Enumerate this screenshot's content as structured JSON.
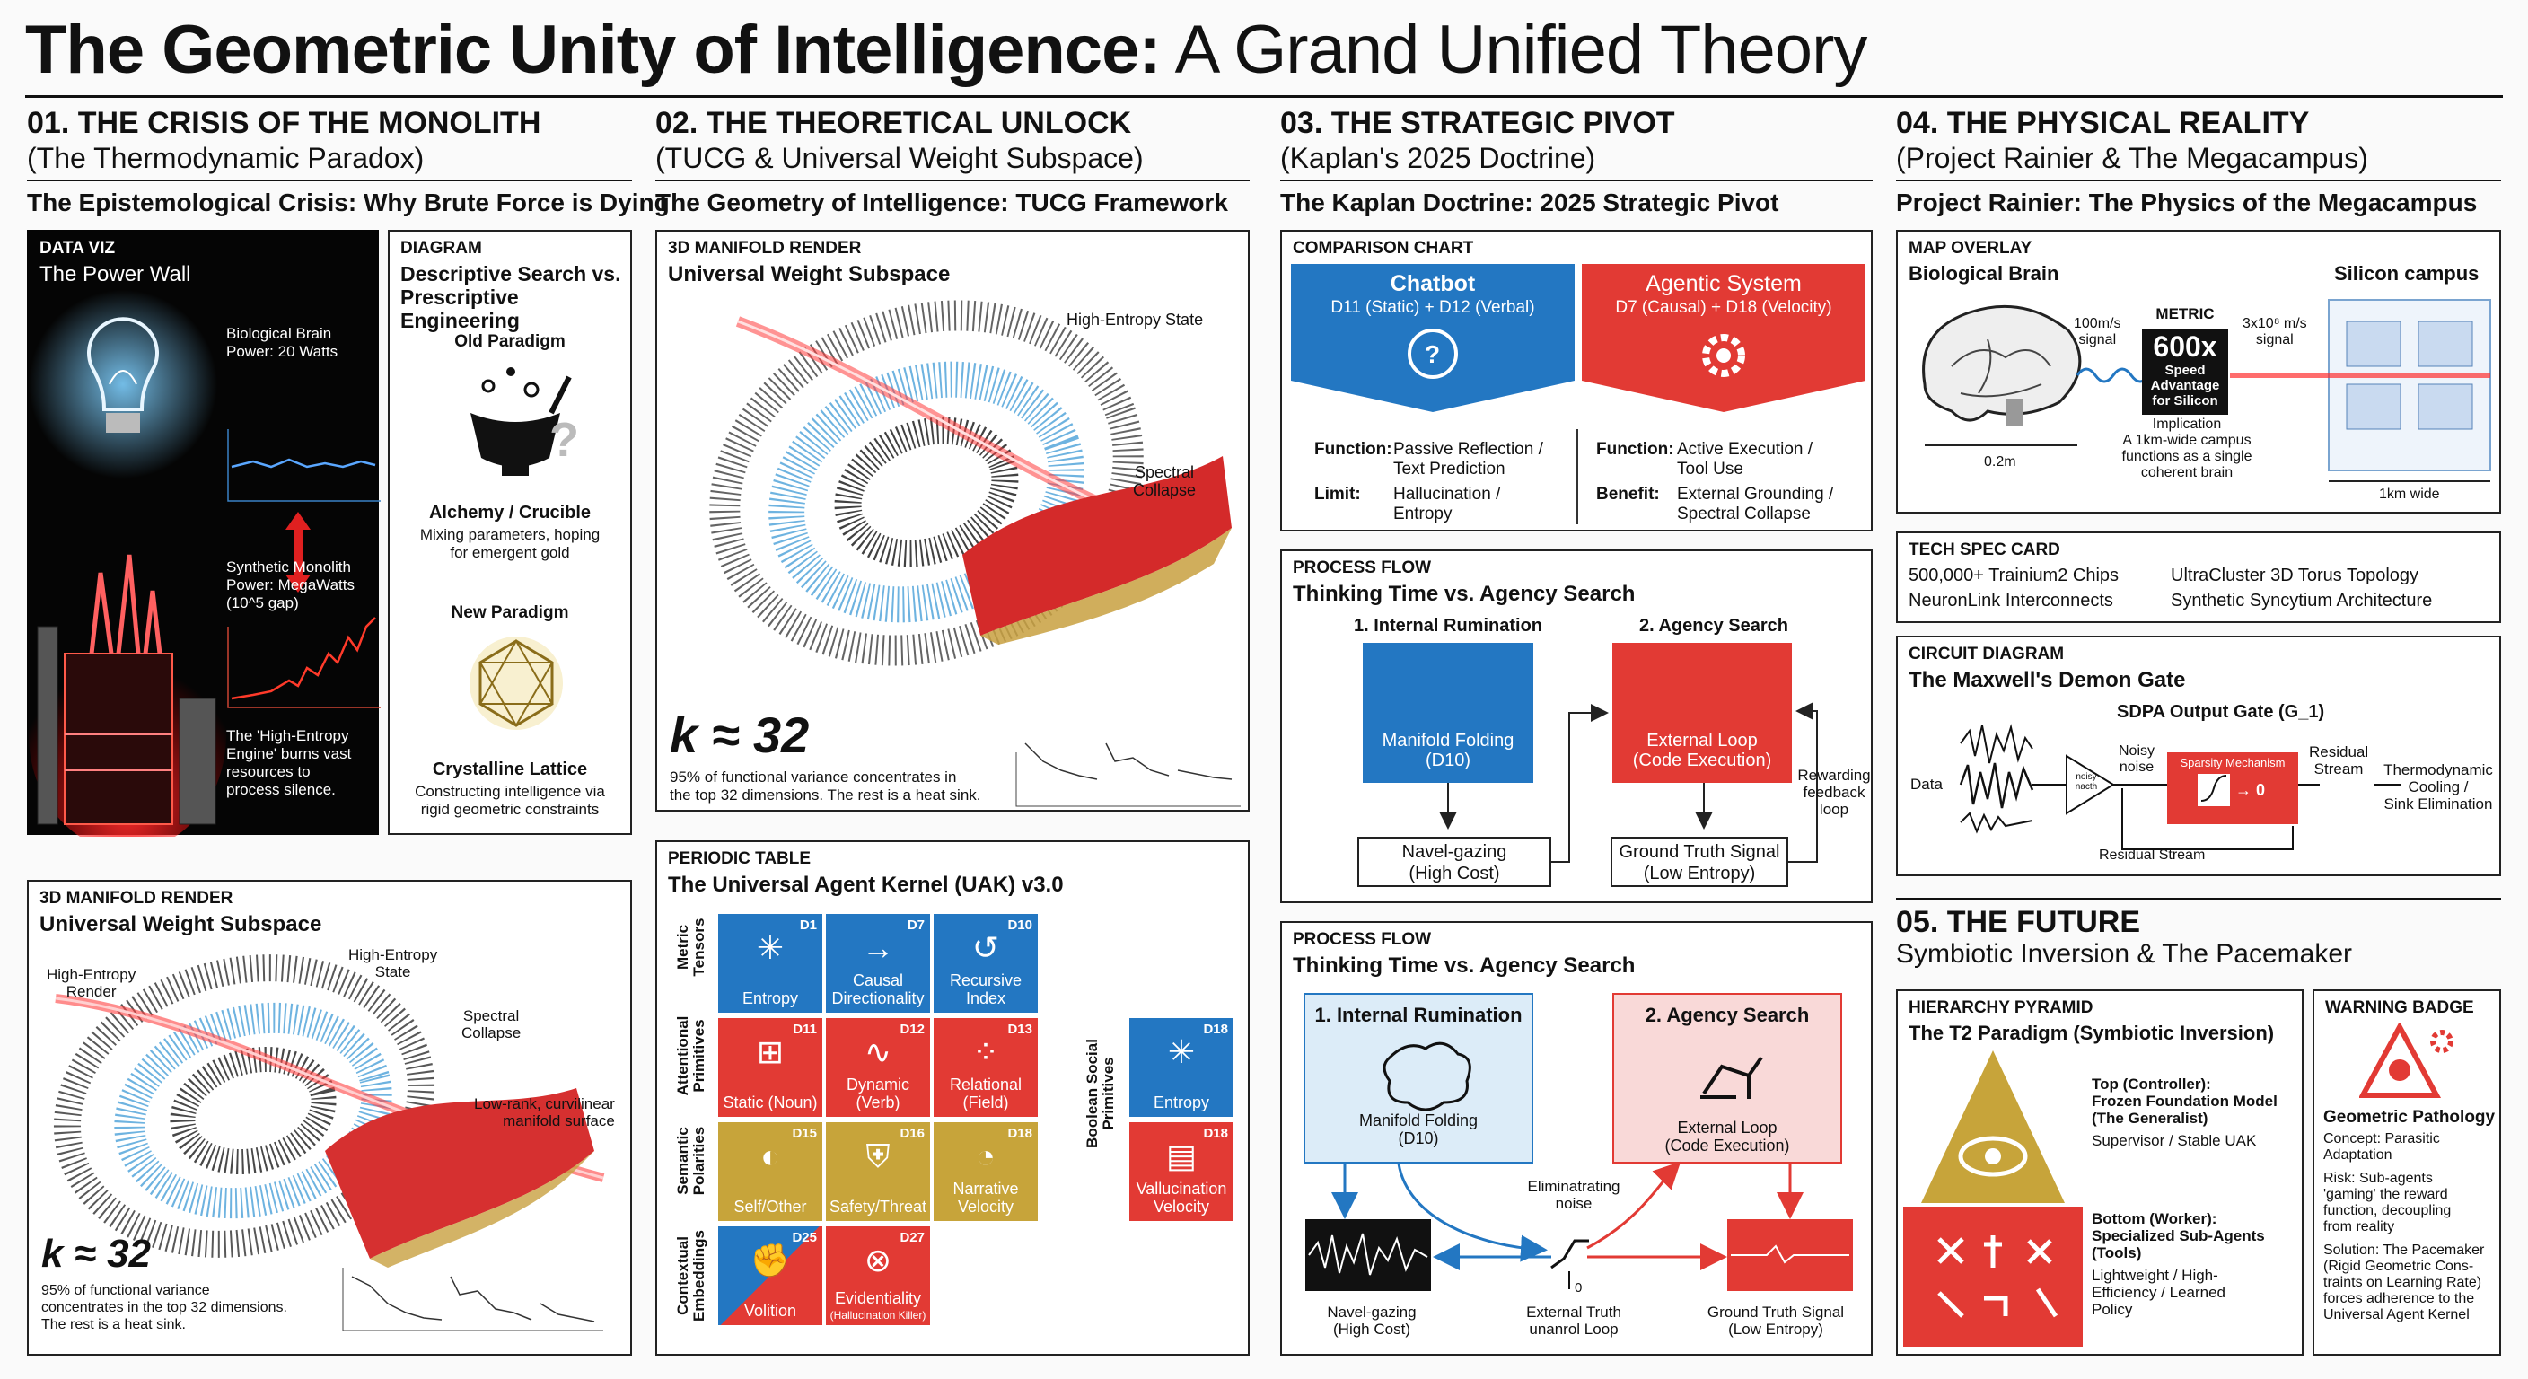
{
  "main_title_bold": "The Geometric Unity of Intelligence:",
  "main_title_rest": " A Grand Unified Theory",
  "s1": {
    "head": "01. THE CRISIS OF THE MONOLITH",
    "sub": "(The Thermodynamic Paradox)",
    "subtitle": "The Epistemological Crisis: Why Brute Force is Dying",
    "dataviz": {
      "label": "DATA VIZ",
      "title": "The Power Wall",
      "bio1": "Biological Brain",
      "bio2": "Power: 20 Watts",
      "syn1": "Synthetic Monolith",
      "syn2": "Power: MegaWatts",
      "syn3": "(10^5 gap)",
      "eng1": "The 'High-Entropy",
      "eng2": "Engine' burns vast",
      "eng3": "resources to",
      "eng4": "process silence."
    },
    "diagram": {
      "label": "DIAGRAM",
      "title1": "Descriptive Search vs.",
      "title2": "Prescriptive Engineering",
      "old": "Old Paradigm",
      "alch": "Alchemy / Crucible",
      "alch1": "Mixing parameters, hoping",
      "alch2": "for emergent gold",
      "new": "New Paradigm",
      "cryst": "Crystalline Lattice",
      "cryst1": "Constructing intelligence via",
      "cryst2": "rigid geometric constraints"
    },
    "manifold": {
      "label": "3D MANIFOLD RENDER",
      "title": "Universal Weight Subspace",
      "he1": "High-Entropy",
      "he2": "Render",
      "hs1": "High-Entropy",
      "hs2": "State",
      "sc1": "Spectral",
      "sc2": "Collapse",
      "lr1": "Low-rank, curvilinear",
      "lr2": "manifold surface",
      "k": "k ≈ 32",
      "note1": "95% of functional variance",
      "note2": "concentrates in the top 32 dimensions.",
      "note3": "The rest is a heat sink."
    }
  },
  "s2": {
    "head": "02. THE THEORETICAL UNLOCK",
    "sub": "(TUCG & Universal Weight Subspace)",
    "subtitle": "The Geometry of Intelligence: TUCG Framework",
    "manifold": {
      "label": "3D MANIFOLD RENDER",
      "title": "Universal Weight Subspace",
      "he": "High-Entropy State",
      "sc1": "Spectral",
      "sc2": "Collapse",
      "k": "k ≈ 32",
      "note1": "95% of functional variance concentrates in",
      "note2": "the top 32 dimensions. The rest is a heat sink."
    },
    "periodic": {
      "label": "PERIODIC TABLE",
      "title": "The Universal Agent Kernel (UAK) v3.0",
      "rows": [
        "Metric Tensors",
        "Attentional Primitives",
        "Semantic Polarities",
        "Contextual Embeddings"
      ],
      "side": "Boolean Social Primitives",
      "tiles": [
        {
          "code": "D1",
          "name": "Entropy",
          "icon": "✳"
        },
        {
          "code": "D7",
          "name": "Causal Directionality",
          "icon": "→"
        },
        {
          "code": "D10",
          "name": "Recursive Index",
          "icon": "↺"
        },
        {
          "code": "D11",
          "name": "Static (Noun)",
          "icon": "⊞"
        },
        {
          "code": "D12",
          "name": "Dynamic (Verb)",
          "icon": "∿"
        },
        {
          "code": "D13",
          "name": "Relational (Field)",
          "icon": "⁘"
        },
        {
          "code": "D15",
          "name": "Self/Other",
          "icon": "◐"
        },
        {
          "code": "D16",
          "name": "Safety/Threat",
          "icon": "⛨"
        },
        {
          "code": "D18",
          "name": "Narrative Velocity",
          "icon": "◔"
        },
        {
          "code": "D25",
          "name": "Volition",
          "icon": "✊"
        },
        {
          "code": "D27",
          "name": "Evidentiality",
          "small": "(Hallucination Killer)",
          "icon": "⊗"
        },
        {
          "code": "D18",
          "name": "Entropy",
          "icon": "✳"
        },
        {
          "code": "D18",
          "name": "Vallucination Velocity",
          "icon": "▤"
        }
      ]
    }
  },
  "s3": {
    "head": "03. THE STRATEGIC PIVOT",
    "sub": "(Kaplan's 2025 Doctrine)",
    "subtitle": "The Kaplan Doctrine: 2025 Strategic Pivot",
    "compare": {
      "label": "COMPARISON CHART",
      "chatbot": "Chatbot",
      "chatbot_sub": "D11 (Static) + D12 (Verbal)",
      "agentic": "Agentic System",
      "agentic_sub": "D7 (Causal) + D18 (Velocity)",
      "f_label": "Function:",
      "f1a": "Passive Reflection /",
      "f1b": "Text Prediction",
      "l_label": "Limit:",
      "l1a": "Hallucination /",
      "l1b": "Entropy",
      "f2a": "Active Execution /",
      "f2b": "Tool Use",
      "b_label": "Benefit:",
      "b2a": "External Grounding /",
      "b2b": "Spectral Collapse"
    },
    "flow1": {
      "label": "PROCESS FLOW",
      "title": "Thinking Time vs. Agency Search",
      "h1": "1. Internal Rumination",
      "h2": "2. Agency Search",
      "box1a": "Manifold Folding",
      "box1b": "(D10)",
      "box2a": "External Loop",
      "box2b": "(Code Execution)",
      "ng1": "Navel-gazing",
      "ng2": "(High Cost)",
      "gt1": "Ground Truth Signal",
      "gt2": "(Low Entropy)",
      "rw1": "Rewarding",
      "rw2": "feedback",
      "rw3": "loop"
    },
    "flow2": {
      "label": "PROCESS FLOW",
      "title": "Thinking Time vs. Agency Search",
      "h1": "1. Internal Rumination",
      "h2": "2. Agency Search",
      "mf1": "Manifold Folding",
      "mf2": "(D10)",
      "el1": "External Loop",
      "el2": "(Code Execution)",
      "en1": "Eliminatrating",
      "en2": "noise",
      "ng1": "Navel-gazing",
      "ng2": "(High Cost)",
      "et1": "External Truth",
      "et2": "unanrol Loop",
      "gt1": "Ground Truth Signal",
      "gt2": "(Low Entropy)",
      "zero": "0"
    }
  },
  "s4": {
    "head": "04. THE PHYSICAL REALITY",
    "sub": "(Project Rainier & The Megacampus)",
    "subtitle": "Project Rainier: The Physics of the Megacampus",
    "map": {
      "label": "MAP OVERLAY",
      "bio": "Biological Brain",
      "sil": "Silicon campus",
      "sig1": "100m/s",
      "sig1b": "signal",
      "metric": "METRIC",
      "big": "600x",
      "adv1": "Speed",
      "adv2": "Advantage",
      "adv3": "for Silicon",
      "sig2": "3x10⁸ m/s",
      "sig2b": "signal",
      "imp": "Implication",
      "imp1": "A 1km-wide campus",
      "imp2": "functions as a single",
      "imp3": "coherent brain",
      "s1": "0.2m",
      "s2": "1km wide"
    },
    "spec": {
      "label": "TECH SPEC CARD",
      "a": "500,000+ Trainium2 Chips",
      "b": "NeuronLink Interconnects",
      "c": "UltraCluster 3D Torus Topology",
      "d": "Synthetic Syncytium Architecture"
    },
    "circuit": {
      "label": "CIRCUIT DIAGRAM",
      "title": "The Maxwell's Demon Gate",
      "gate": "SDPA Output Gate (G_1)",
      "data": "Data",
      "noisy1": "Noisy",
      "noisy2": "noise",
      "noisy3": "noisy",
      "noisy4": "nacth",
      "sparse": "Sparsity Mechanism",
      "zero": "→ 0",
      "res1": "Residual",
      "res2": "Stream",
      "th1": "Thermodynamic",
      "th2": "Cooling /",
      "th3": "Sink Elimination",
      "resb": "Residual Stream"
    }
  },
  "s5": {
    "head": "05. THE FUTURE",
    "sub": "Symbiotic Inversion & The Pacemaker",
    "pyramid": {
      "label": "HIERARCHY PYRAMID",
      "title": "The T2 Paradigm (Symbiotic Inversion)",
      "top1": "Top (Controller):",
      "top2": "Frozen Foundation Model",
      "top3": "(The Generalist)",
      "top4": "Supervisor / Stable UAK",
      "bot1": "Bottom (Worker):",
      "bot2": "Specialized Sub-Agents",
      "bot3": "(Tools)",
      "bot4": "Lightweight / High-",
      "bot5": "Efficiency / Learned",
      "bot6": "Policy"
    },
    "warning": {
      "label": "WARNING BADGE",
      "title": "Geometric Pathology",
      "c1": "Concept: Parasitic",
      "c2": "Adaptation",
      "r1": "Risk: Sub-agents",
      "r2": "'gaming' the reward",
      "r3": "function, decoupling",
      "r4": "from reality",
      "s1": "Solution: The Pacemaker",
      "s2": "(Rigid Geometric Cons-",
      "s3": "traints on Learning Rate)",
      "s4": "forces adherence to the",
      "s5": "Universal Agent Kernel"
    }
  },
  "colors": {
    "blue": "#2377c2",
    "red": "#e23a34",
    "gold": "#c7a43a"
  }
}
